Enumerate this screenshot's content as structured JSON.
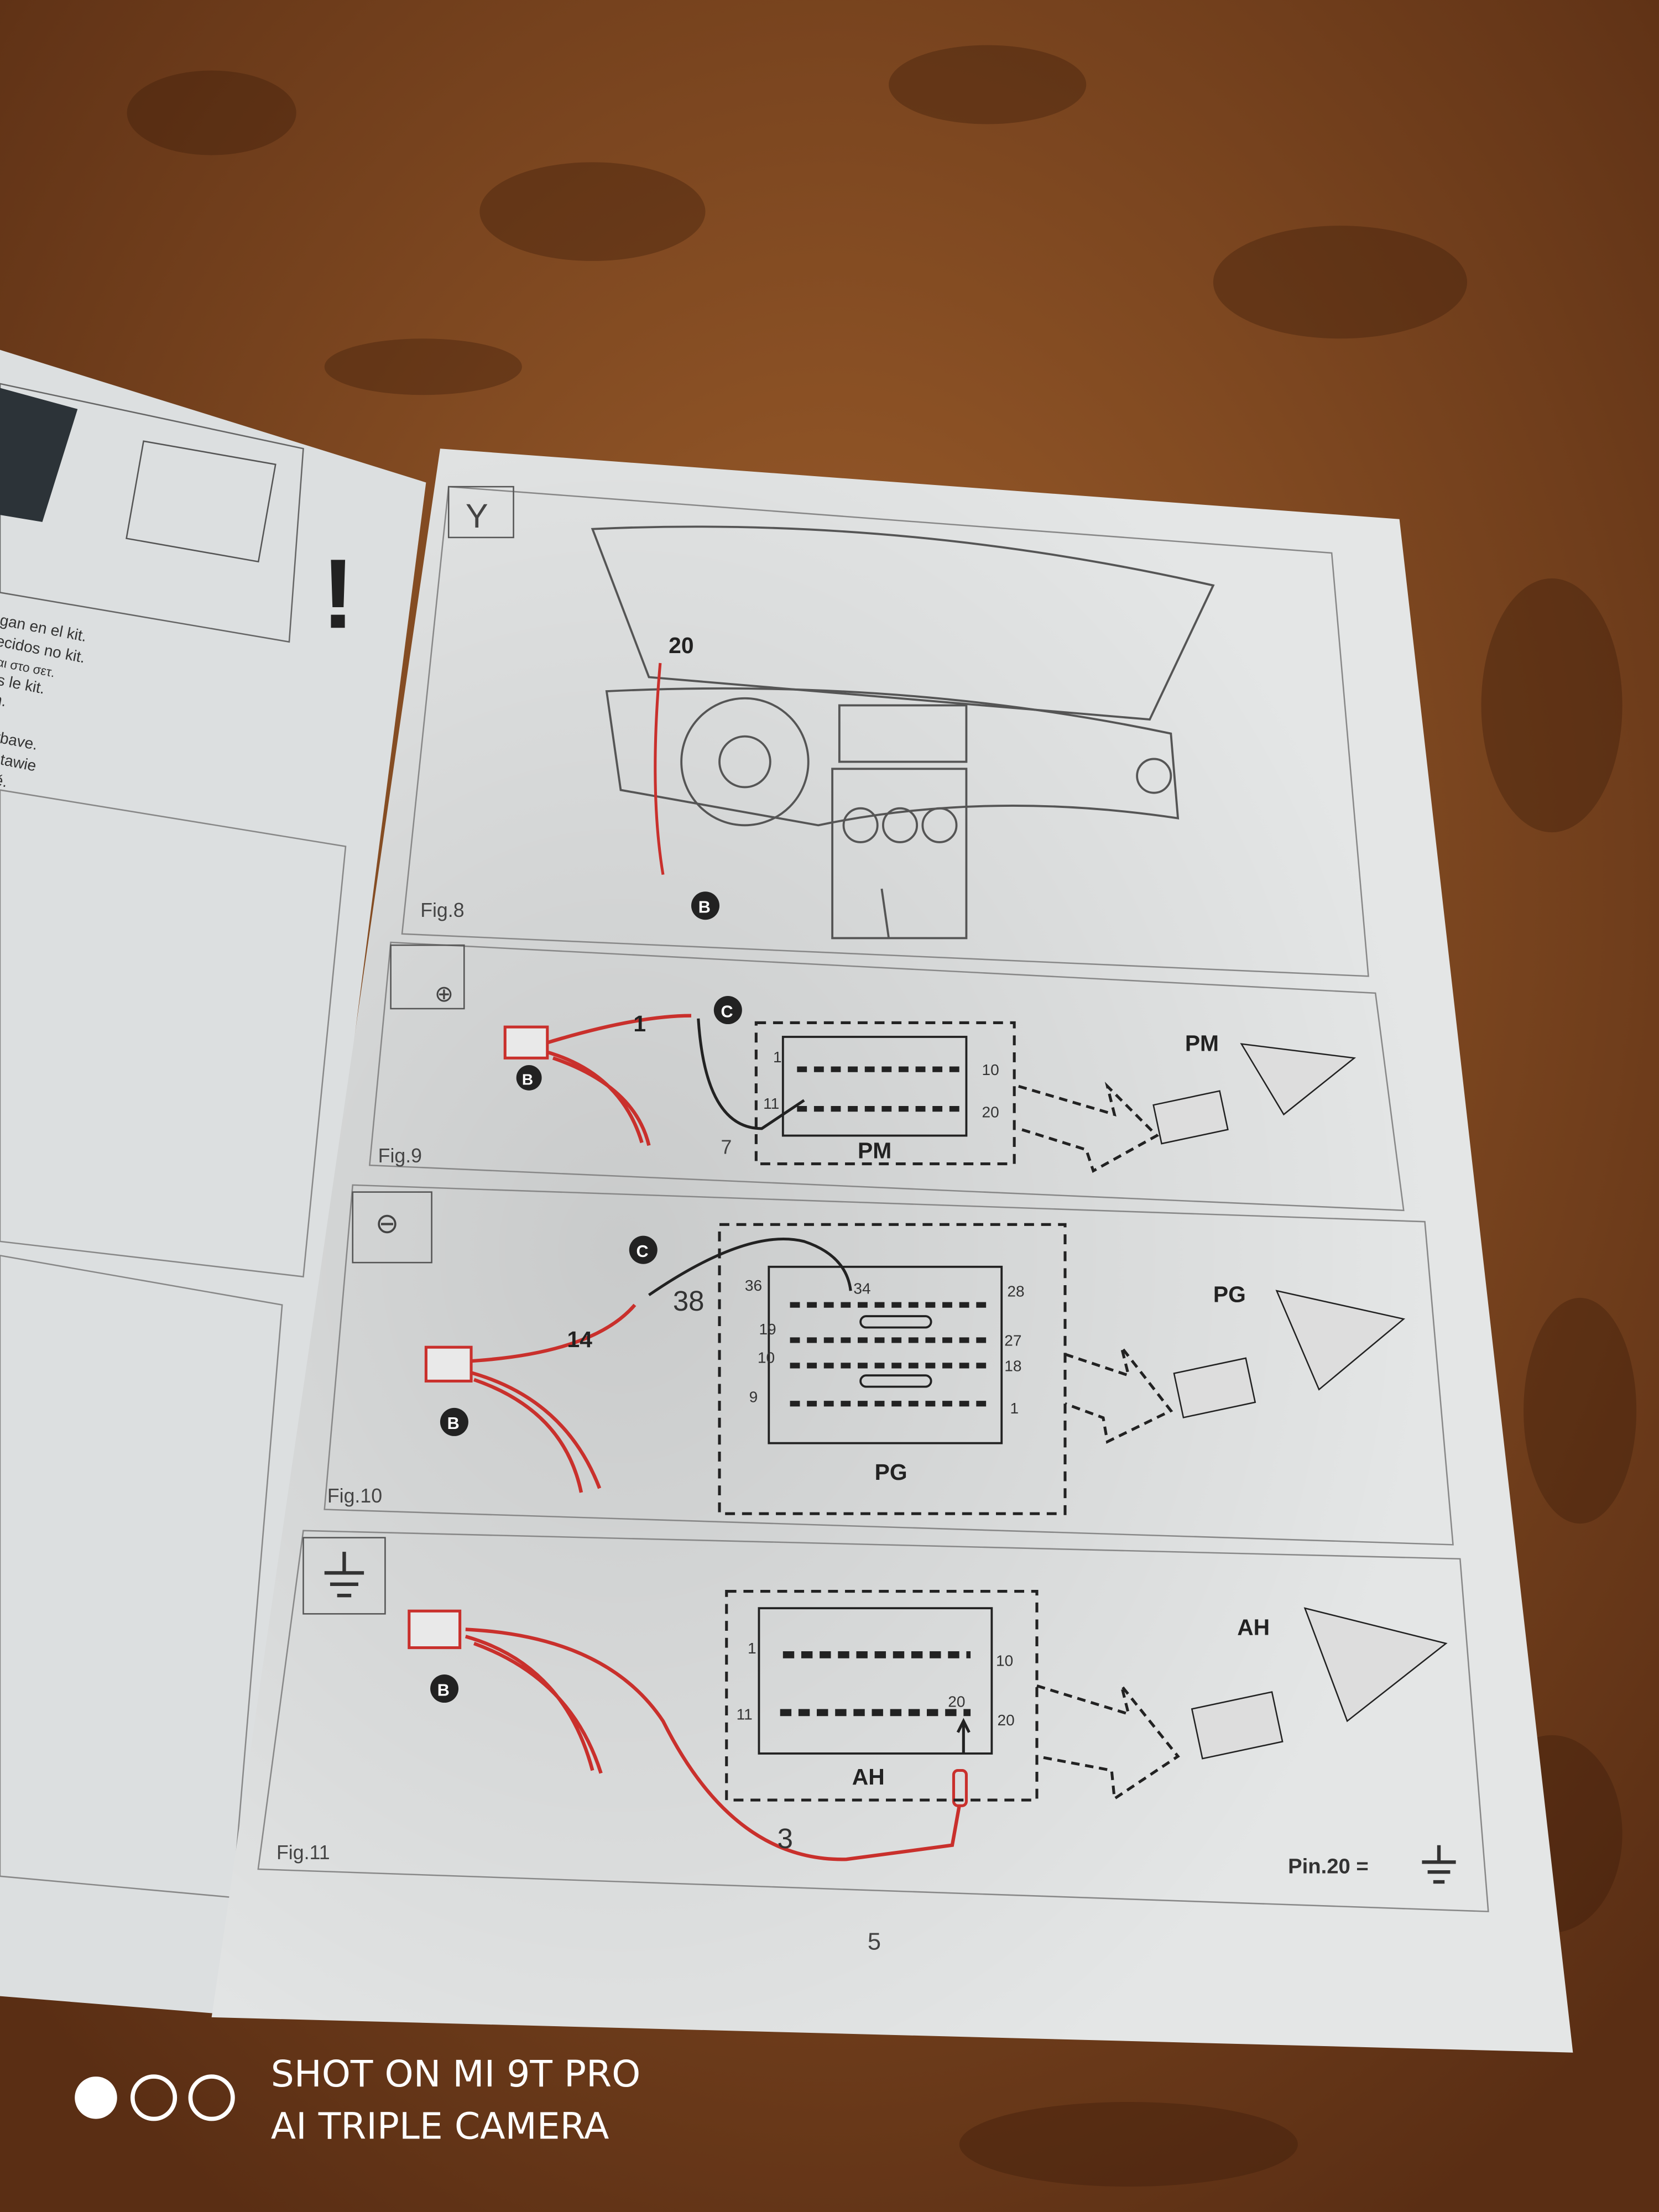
{
  "left_page": {
    "text_lines": [
      "gan en el kit.",
      "ecidos no kit.",
      "ται στο σετ.",
      "ns le kit.",
      "en.",
      "výbave.",
      "zestawie",
      "bavě."
    ]
  },
  "right_page": {
    "page_number": "5",
    "fig8": {
      "label": "Fig.8",
      "wire_number": "20",
      "badge": "B"
    },
    "fig9": {
      "label": "Fig.9",
      "wire_1": "1",
      "wire_2": "7",
      "badge_b": "B",
      "badge_c": "C",
      "connector": "PM",
      "connector_right": "PM",
      "pins": [
        "1",
        "10",
        "11",
        "20"
      ]
    },
    "fig10": {
      "label": "Fig.10",
      "wire_1": "14",
      "wire_2": "38",
      "badge_b": "B",
      "badge_c": "C",
      "connector": "PG",
      "connector_right": "PG",
      "pins": [
        "36",
        "34",
        "28",
        "19",
        "10",
        "27",
        "18",
        "9",
        "1"
      ]
    },
    "fig11": {
      "label": "Fig.11",
      "wire": "3",
      "badge_b": "B",
      "connector": "AH",
      "connector_right": "AH",
      "pins": [
        "1",
        "10",
        "11",
        "20",
        "20"
      ],
      "note": "Pin.20 ="
    }
  },
  "watermark": {
    "line1": "SHOT ON MI 9T PRO",
    "line2": "AI TRIPLE CAMERA"
  },
  "colors": {
    "wire_red": "#c9302c",
    "paper": "#e4e6e6",
    "wood": "#7a4220"
  }
}
